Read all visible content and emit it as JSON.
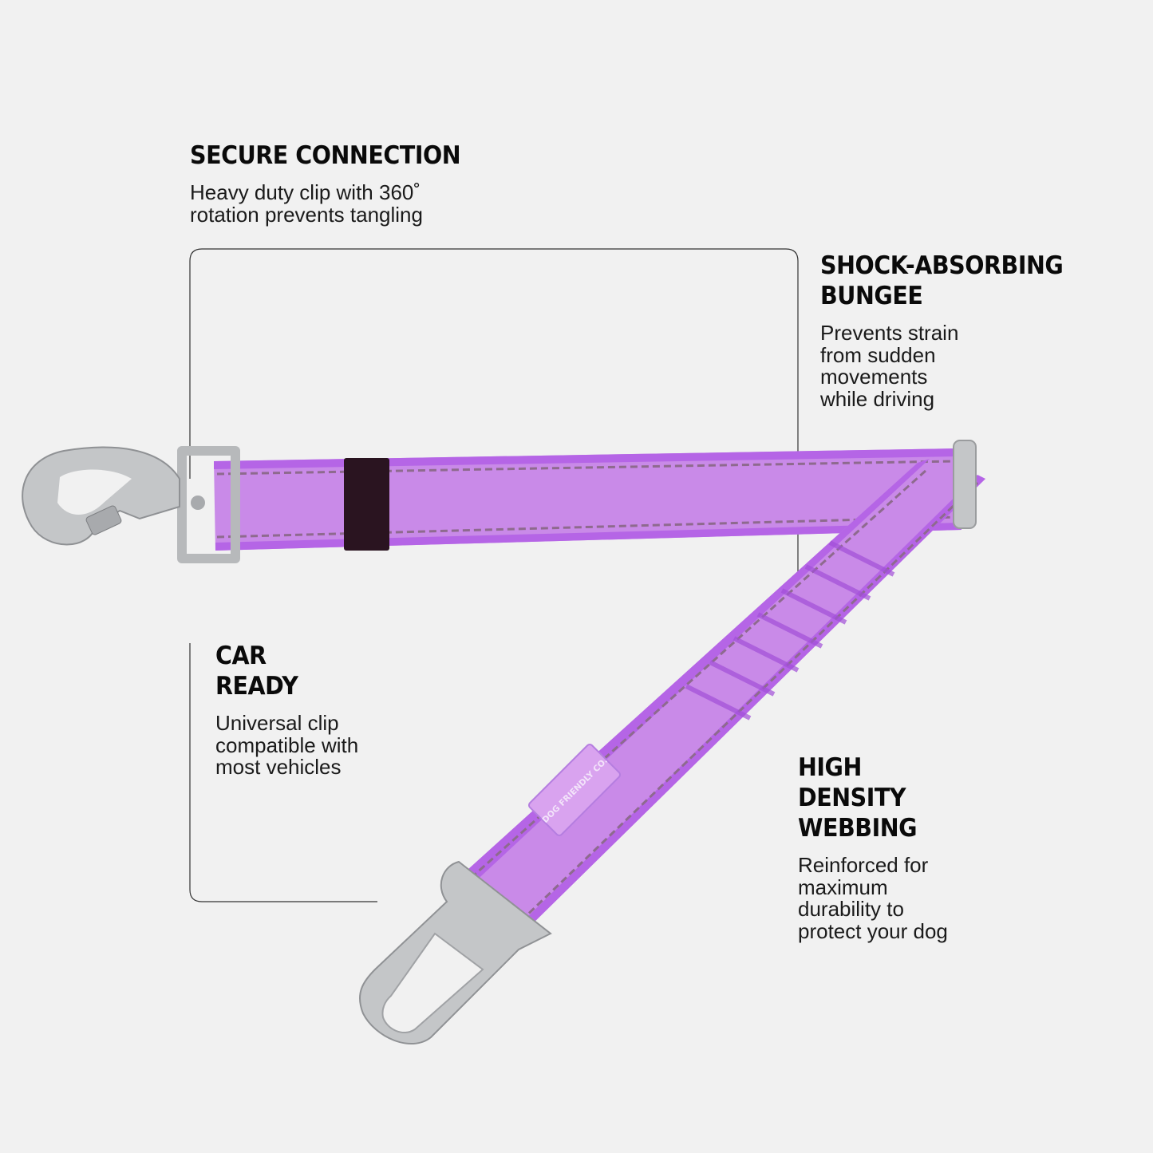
{
  "features": [
    {
      "title": "SECURE CONNECTION",
      "description": "Heavy duty clip with 360˚\nrotation prevents tangling"
    },
    {
      "title": "SHOCK-ABSORBING\nBUNGEE",
      "description": "Prevents strain\nfrom sudden\nmovements\nwhile driving"
    },
    {
      "title": "CAR\nREADY",
      "description": "Universal clip\ncompatible with\nmost vehicles"
    },
    {
      "title": "HIGH\nDENSITY\nWEBBING",
      "description": "Reinforced for\nmaximum\ndurability to\nprotect your dog"
    }
  ],
  "product": {
    "brand_label": "DOG FRIENDLY CO.",
    "webbing_color": "#c98ae8",
    "stitch_color": "#8e6a8e",
    "keeper_color": "#2a1420",
    "metal_color": "#c4c6c8"
  }
}
